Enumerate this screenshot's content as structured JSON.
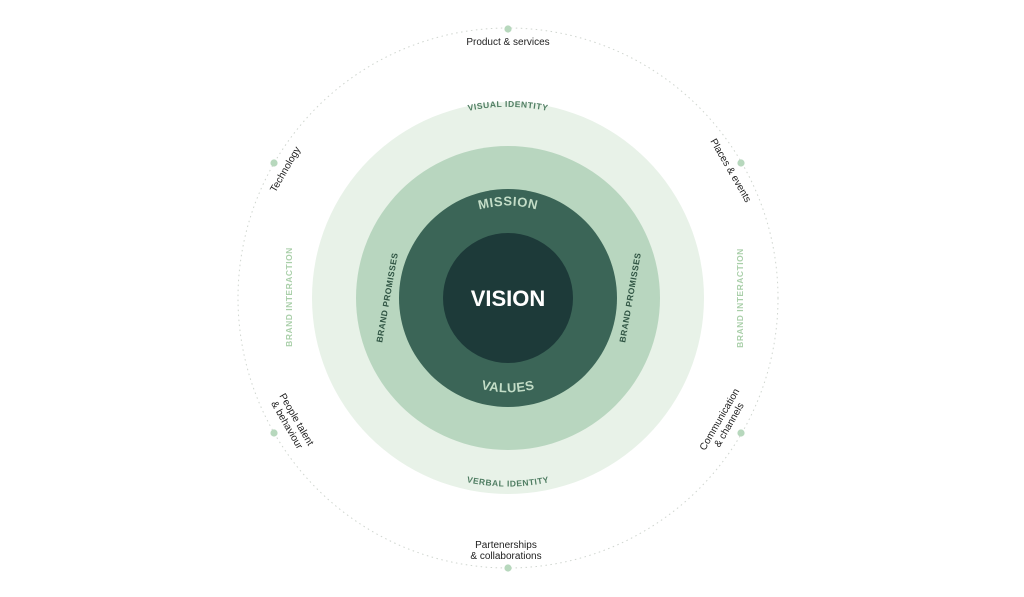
{
  "center": {
    "label": "VISION"
  },
  "inner_ring": {
    "top_label": "MISSION",
    "bottom_label": "VALUES"
  },
  "middle_ring": {
    "left_label": "BRAND PROMISSES",
    "right_label": "BRAND PROMISSES"
  },
  "outer_ring": {
    "top_label": "VISUAL IDENTITY",
    "bottom_label": "VERBAL IDENTITY"
  },
  "interaction": {
    "left_label": "BRAND INTERACTION",
    "right_label": "BRAND INTERACTION"
  },
  "touchpoints": {
    "top": "Product & services",
    "top_right": "Places & events",
    "bottom_right_line1": "Communication",
    "bottom_right_line2": "& channels",
    "bottom_line1": "Partenerships",
    "bottom_line2": "& collaborations",
    "bottom_left_line1": "People talent",
    "bottom_left_line2": "& behaviour",
    "top_left": "Technology"
  },
  "colors": {
    "outer_disc": "#e8f2e8",
    "middle_disc": "#b8d6bf",
    "inner_disc": "#3b6557",
    "core_disc": "#1d3a39",
    "ring_label_light": "#4f7d62",
    "ring_label_dark": "#2f5443",
    "inner_label": "#c3ddc7",
    "interaction_label": "#a9cfa9",
    "node_dot": "#b7d8bd",
    "dotted_ring": "#cfd5cf"
  }
}
